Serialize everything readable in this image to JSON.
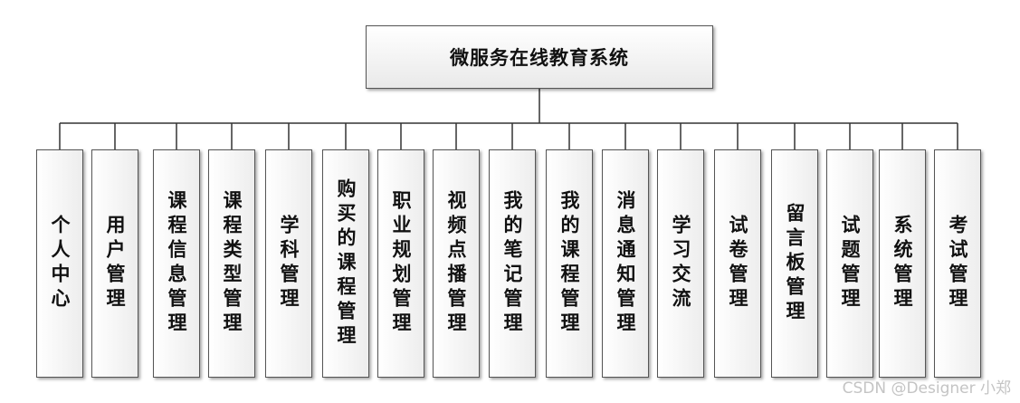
{
  "root": {
    "label": "微服务在线教育系统"
  },
  "modules": [
    "个人中心",
    "用户管理",
    "课程信息管理",
    "课程类型管理",
    "学科管理",
    "购买的课程管理",
    "职业规划管理",
    "视频点播管理",
    "我的笔记管理",
    "我的课程管理",
    "消息通知管理",
    "学习交流",
    "试卷管理",
    "留言板管理",
    "试题管理",
    "系统管理",
    "考试管理"
  ],
  "watermark": "CSDN @Designer 小郑"
}
